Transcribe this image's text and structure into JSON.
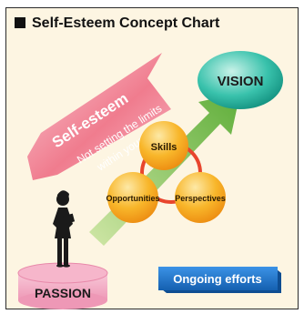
{
  "title": "Self-Esteem Concept Chart",
  "diagram": {
    "self_esteem": "Self-esteem",
    "subtitle_line1": "Not setting the limits",
    "subtitle_line2": "within yourself",
    "vision": "VISION",
    "passion": "PASSION",
    "skills": "Skills",
    "opportunities": "Opportunities",
    "perspectives": "Perspectives",
    "ongoing_efforts": "Ongoing efforts"
  },
  "colors": {
    "background": "#fdf5e2",
    "pink_arrow": "#f07c8e",
    "green_arrow": "#7fbe4f",
    "vision": "#1fb3a0",
    "circle_orange": "#f6a21a",
    "ring": "#e8452d",
    "passion_pink": "#f2a9c2",
    "ongoing_blue": "#1e72c8"
  }
}
